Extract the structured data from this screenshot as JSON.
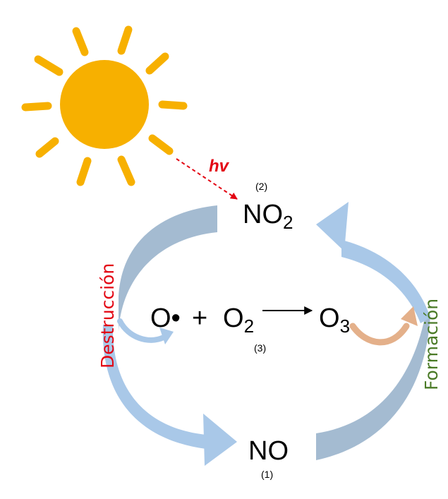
{
  "colors": {
    "sun": "#f7b000",
    "destruction_label": "#e30613",
    "formation_label": "#4a7a26",
    "hv": "#e30613",
    "arrow_gray_blue": "#9fb7cf",
    "arrow_light_blue": "#a9c8e8",
    "arrow_peach": "#e4b08a"
  },
  "sun": {
    "icon": "sun-icon"
  },
  "photon": {
    "label": "hv"
  },
  "species": {
    "no2": {
      "base": "NO",
      "sub": "2",
      "index": "(2)"
    },
    "no": {
      "text": "NO",
      "index": "(1)"
    },
    "o_radical": {
      "text": "O•"
    },
    "plus": {
      "text": "+"
    },
    "o2": {
      "base": "O",
      "sub": "2"
    },
    "o3": {
      "base": "O",
      "sub": "3"
    },
    "reaction_index": "(3)"
  },
  "labels": {
    "destruction": "Destrucción",
    "formation": "Formación"
  }
}
